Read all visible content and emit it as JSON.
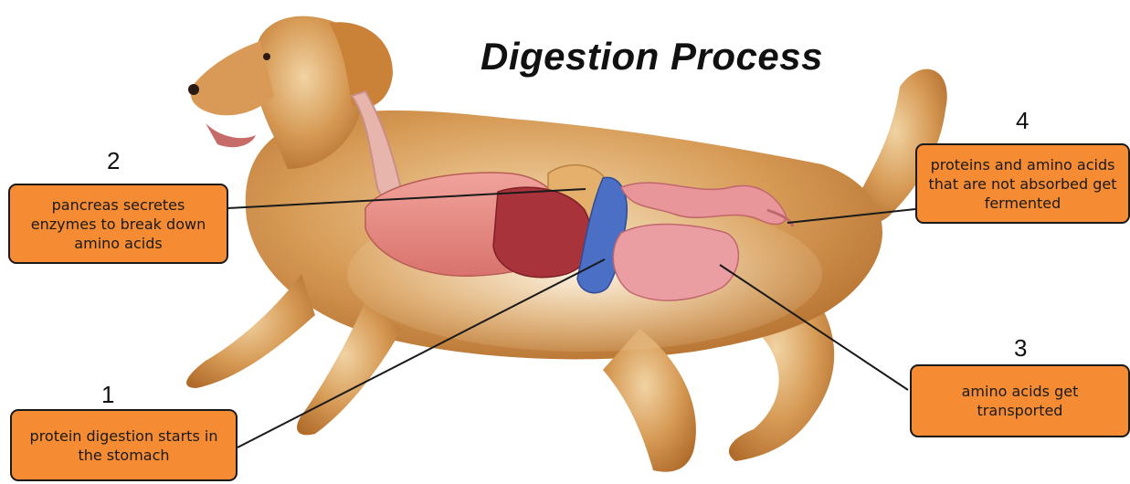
{
  "title": "Digestion Process",
  "colors": {
    "callout_fill": "#f58b33",
    "callout_border": "#1a1a1a",
    "leader_line": "#1a1a1a"
  },
  "steps": [
    {
      "number": "1",
      "text": "protein digestion starts in the stomach"
    },
    {
      "number": "2",
      "text": "pancreas secretes enzymes to break down amino acids"
    },
    {
      "number": "3",
      "text": "amino acids get transported"
    },
    {
      "number": "4",
      "text": "proteins and amino acids that are not absorbed get fermented"
    }
  ]
}
